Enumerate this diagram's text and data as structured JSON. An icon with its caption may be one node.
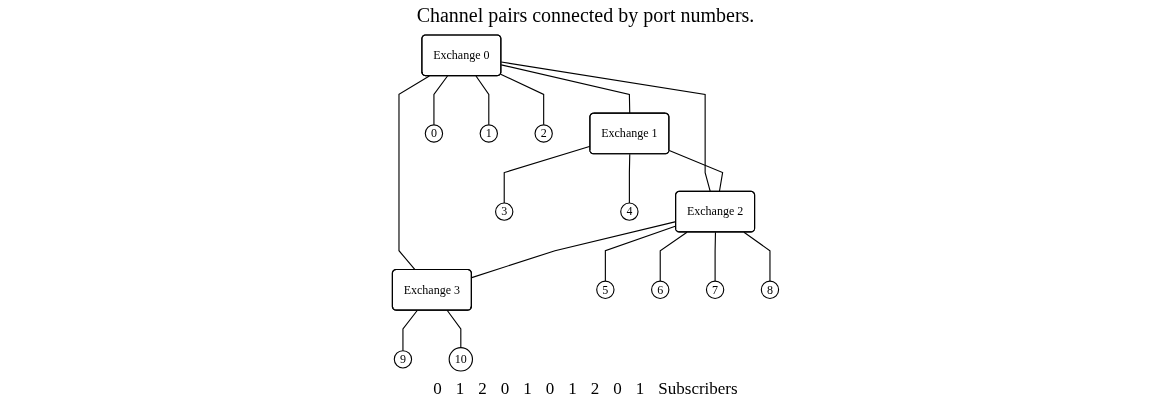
{
  "diagram": {
    "title": "Channel pairs connected by port numbers.",
    "nodes": [
      {
        "text": [
          "Exchange 0"
        ]
      },
      {
        "text": [
          "Exchange 1"
        ]
      },
      {
        "text": [
          "Exchange 2"
        ]
      },
      {
        "text": [
          "Exchange 3"
        ]
      },
      {
        "text": [
          "0"
        ]
      },
      {
        "text": [
          "1"
        ]
      },
      {
        "text": [
          "2"
        ]
      },
      {
        "text": [
          "3"
        ]
      },
      {
        "text": [
          "4"
        ]
      },
      {
        "text": [
          "5"
        ]
      },
      {
        "text": [
          "6"
        ]
      },
      {
        "text": [
          "7"
        ]
      },
      {
        "text": [
          "8"
        ]
      },
      {
        "text": [
          "9"
        ]
      },
      {
        "text": [
          "10"
        ]
      }
    ],
    "edges": [
      {
        "from": 0,
        "to": 1,
        "arrow": "none"
      },
      {
        "from": 0,
        "to": 2,
        "arrow": "none"
      },
      {
        "from": 0,
        "to": 3,
        "arrow": "none"
      },
      {
        "from": 1,
        "to": 2,
        "arrow": "none"
      },
      {
        "from": 2,
        "to": 3,
        "arrow": "none"
      },
      {
        "from": 0,
        "to": 4,
        "arrow": "none"
      },
      {
        "from": 0,
        "to": 5,
        "arrow": "none"
      },
      {
        "from": 0,
        "to": 6,
        "arrow": "none"
      },
      {
        "from": 1,
        "to": 7,
        "arrow": "none"
      },
      {
        "from": 1,
        "to": 8,
        "arrow": "none"
      },
      {
        "from": 2,
        "to": 9,
        "arrow": "none"
      },
      {
        "from": 2,
        "to": 10,
        "arrow": "none"
      },
      {
        "from": 2,
        "to": 11,
        "arrow": "none"
      },
      {
        "from": 2,
        "to": 12,
        "arrow": "none"
      },
      {
        "from": 3,
        "to": 13,
        "arrow": "none"
      },
      {
        "from": 3,
        "to": 14,
        "arrow": "none"
      }
    ],
    "labels": [
      "0",
      "1",
      "2",
      "0",
      "1",
      "0",
      "1",
      "2",
      "0",
      "1",
      "Subscribers"
    ]
  }
}
